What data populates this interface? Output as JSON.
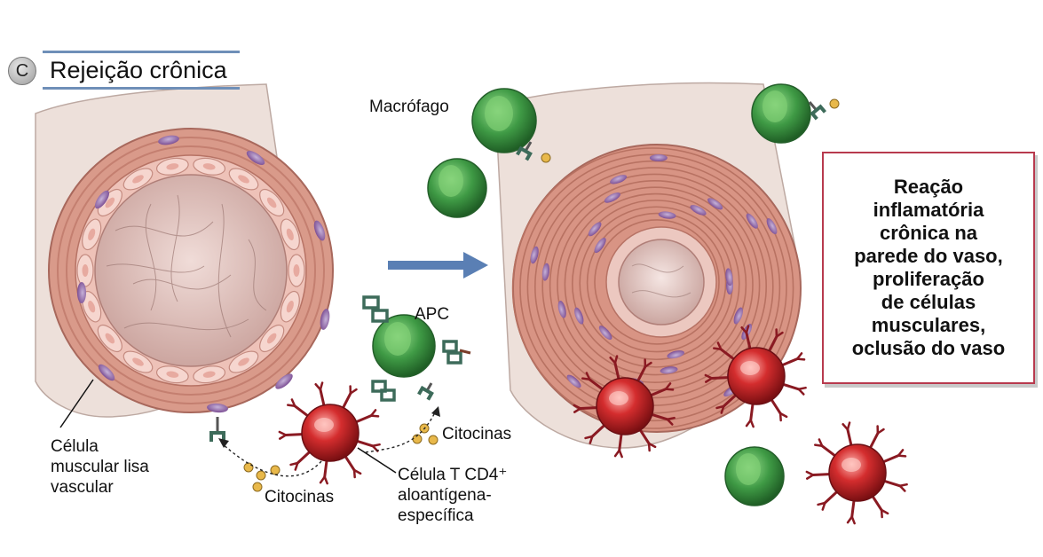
{
  "panel": {
    "letter": "C",
    "title": "Rejeição crônica"
  },
  "labels": {
    "macrophage": "Macrófago",
    "apc": "APC",
    "cytokines_top": "Citocinas",
    "cytokines_bottom": "Citocinas",
    "smooth_muscle_1": "Célula",
    "smooth_muscle_2": "muscular lisa",
    "smooth_muscle_3": "vascular",
    "tcell_1": "Célula T CD4⁺",
    "tcell_2": "aloantígena-",
    "tcell_3": "específica"
  },
  "outcome": {
    "text": "Reação\ninflamatória\ncrônica na\nparede do vaso,\nproliferação\nde células\nmusculares,\noclusão do vaso"
  },
  "colors": {
    "vessel_outer": "#ecdcd6",
    "muscle": "#d99a8a",
    "lumen": "#d9b6b1",
    "nucleus": "#8a5a9e",
    "macrophage": "#3f9a45",
    "tcell": "#c8262a",
    "arrow": "#5a7fb4",
    "box_border": "#b83a4e"
  }
}
